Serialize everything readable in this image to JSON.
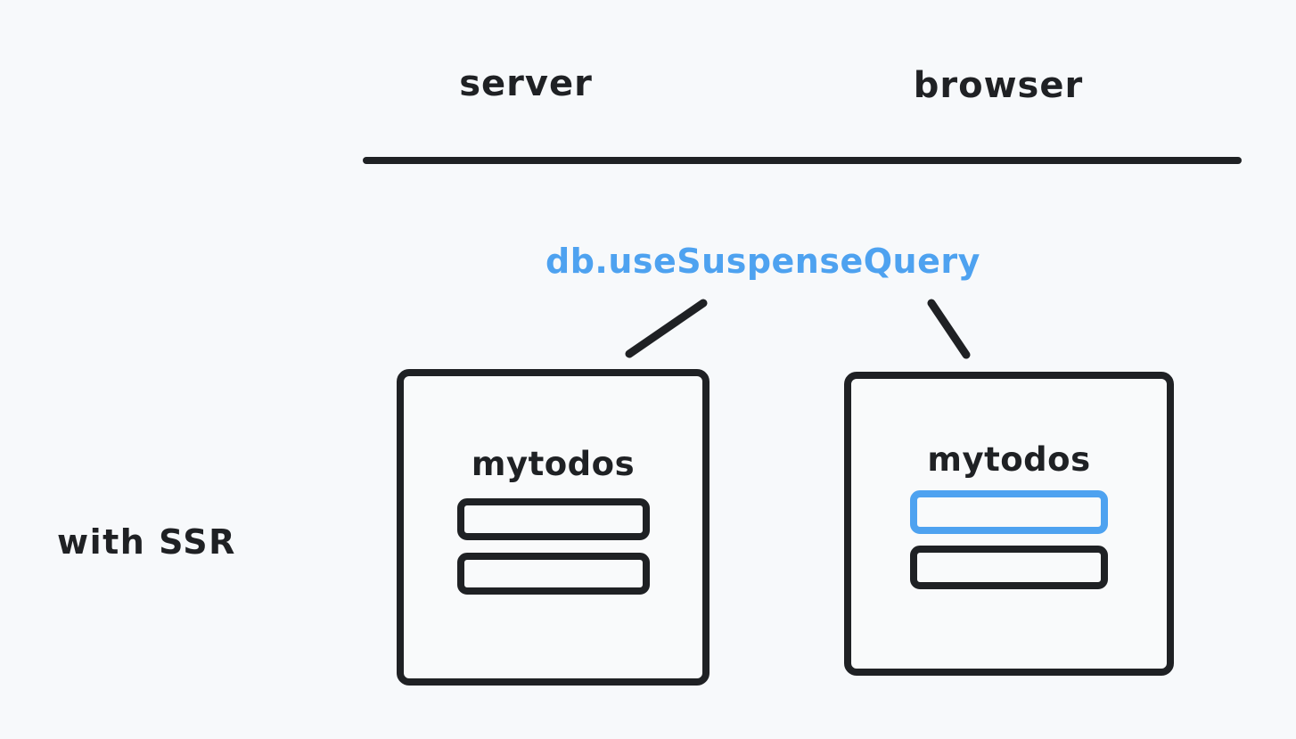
{
  "background_color": "#f7f9fb",
  "ink_color": "#1f2124",
  "accent_color": "#4ea2f0",
  "columns": {
    "server_label": "server",
    "browser_label": "browser"
  },
  "row": {
    "label": "with SSR"
  },
  "api": {
    "label": "db.useSuspenseQuery",
    "color": "#4ea2f0",
    "connects_to": [
      "server-card",
      "browser-card"
    ]
  },
  "cards": [
    {
      "id": "server-card",
      "side": "server",
      "title": "mytodos",
      "border_color": "#1f2124",
      "todos": [
        {
          "index": 1,
          "highlighted": false,
          "border_color": "#1f2124"
        },
        {
          "index": 2,
          "highlighted": false,
          "border_color": "#1f2124"
        }
      ]
    },
    {
      "id": "browser-card",
      "side": "browser",
      "title": "mytodos",
      "border_color": "#1f2124",
      "todos": [
        {
          "index": 1,
          "highlighted": true,
          "border_color": "#4ea2f0"
        },
        {
          "index": 2,
          "highlighted": false,
          "border_color": "#1f2124"
        }
      ]
    }
  ]
}
